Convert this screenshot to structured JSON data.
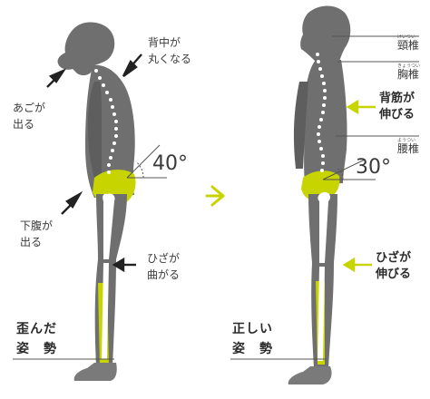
{
  "colors": {
    "body": "#6f6f6f",
    "accent": "#c8d400",
    "bone": "#ffffff",
    "arrow_dark": "#222222",
    "line": "#555555"
  },
  "left": {
    "callouts": {
      "back": "背中が\n丸くなる",
      "chin": "あごが\n出る",
      "abdomen": "下腹が\n出る",
      "knee": "ひざが\n曲がる"
    },
    "angle": "40°",
    "title_line1": "歪んだ",
    "title_line2": "姿　勢"
  },
  "right": {
    "spine_labels": [
      {
        "ruby": "けいつい",
        "text": "頸椎"
      },
      {
        "ruby": "きょうつい",
        "text": "胸椎"
      },
      {
        "ruby": "ようつい",
        "text": "腰椎"
      }
    ],
    "callouts": {
      "back": "背筋が\n伸びる",
      "knee": "ひざが\n伸びる"
    },
    "angle": "30°",
    "title_line1": "正しい",
    "title_line2": "姿　勢"
  },
  "icons": {
    "transition": "chevron-right-icon"
  }
}
